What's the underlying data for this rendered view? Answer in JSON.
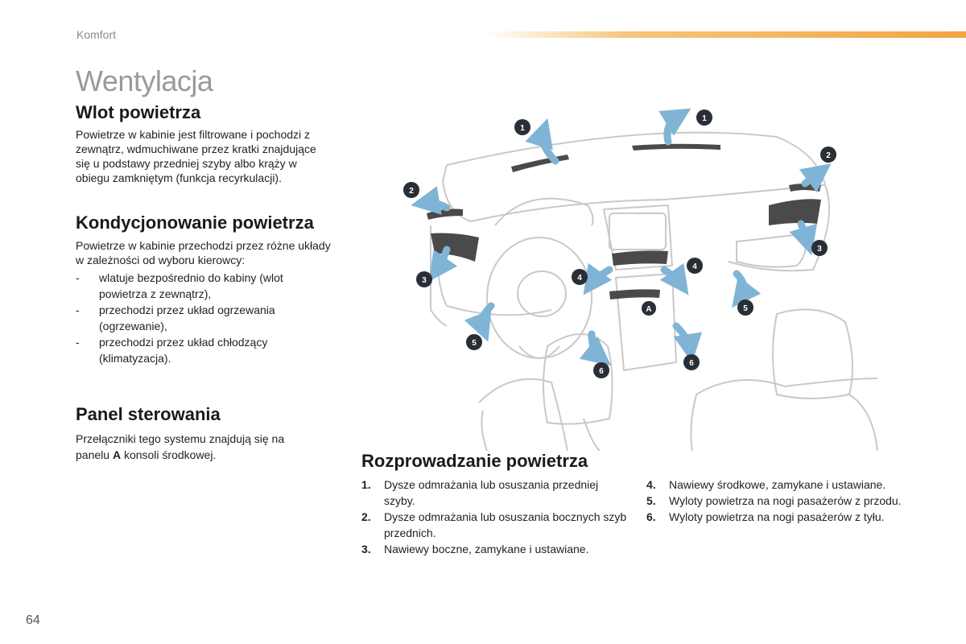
{
  "header": {
    "section": "Komfort"
  },
  "title": "Wentylacja",
  "intake": {
    "heading": "Wlot powietrza",
    "text": "Powietrze w kabinie jest filtrowane i pochodzi z zewnątrz, wdmuchiwane przez kratki znajdujące się u podstawy przedniej szyby albo krąży w obiegu zamkniętym (funkcja recyrkulacji)."
  },
  "conditioning": {
    "heading": "Kondycjonowanie powietrza",
    "intro": "Powietrze w kabinie przechodzi przez różne układy w zależności od wyboru kierowcy:",
    "items": [
      "wlatuje bezpośrednio do kabiny (wlot powietrza z zewnątrz),",
      "przechodzi przez układ ogrzewania (ogrzewanie),",
      "przechodzi przez układ chłodzący (klimatyzacja)."
    ],
    "dash": "-"
  },
  "panel": {
    "heading": "Panel sterowania",
    "text_before": "Przełączniki tego systemu znajdują się na panelu ",
    "text_bold": "A",
    "text_after": " konsoli środkowej."
  },
  "distribution": {
    "heading": "Rozprowadzanie powietrza",
    "left": [
      {
        "num": "1.",
        "text": "Dysze odmrażania lub osuszania przedniej szyby."
      },
      {
        "num": "2.",
        "text": "Dysze odmrażania lub osuszania bocznych szyb przednich."
      },
      {
        "num": "3.",
        "text": "Nawiewy boczne, zamykane i ustawiane."
      }
    ],
    "right": [
      {
        "num": "4.",
        "text": "Nawiewy środkowe, zamykane i ustawiane."
      },
      {
        "num": "5.",
        "text": "Wyloty powietrza na nogi pasażerów z przodu."
      },
      {
        "num": "6.",
        "text": "Wyloty powietrza na nogi pasażerów z tyłu."
      }
    ]
  },
  "diagram": {
    "labels": {
      "b1": "1",
      "b2": "2",
      "b3": "3",
      "b4": "4",
      "b5": "5",
      "b6": "6",
      "bA": "A"
    },
    "colors": {
      "badge": "#2a2f36",
      "arrow": "#7fb4d6",
      "line": "#c9c9c9",
      "vent": "#4a4a4a"
    }
  },
  "page_number": "64"
}
